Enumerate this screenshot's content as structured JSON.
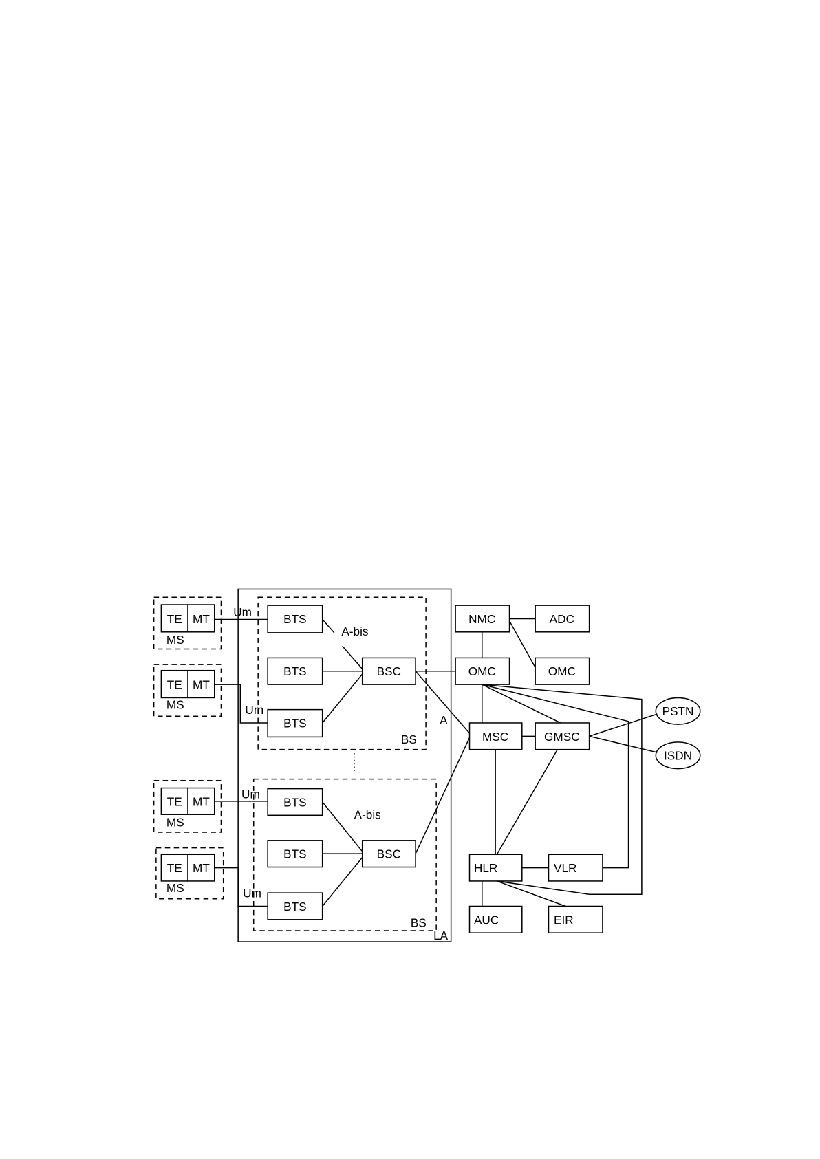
{
  "mobile_stations": [
    {
      "te": "TE",
      "mt": "MT",
      "label": "MS",
      "interface": "Um"
    },
    {
      "te": "TE",
      "mt": "MT",
      "label": "MS",
      "interface": "Um"
    },
    {
      "te": "TE",
      "mt": "MT",
      "label": "MS",
      "interface": "Um"
    },
    {
      "te": "TE",
      "mt": "MT",
      "label": "MS",
      "interface": "Um"
    }
  ],
  "base_station_systems": [
    {
      "bts": [
        "BTS",
        "BTS",
        "BTS"
      ],
      "bsc": "BSC",
      "interface": "A-bis",
      "label": "BS"
    },
    {
      "bts": [
        "BTS",
        "BTS",
        "BTS"
      ],
      "bsc": "BSC",
      "interface": "A-bis",
      "label": "BS"
    }
  ],
  "location_area_label": "LA",
  "a_interface_label": "A",
  "network": {
    "nmc": "NMC",
    "adc": "ADC",
    "omc_main": "OMC",
    "omc_secondary": "OMC",
    "msc": "MSC",
    "gmsc": "GMSC",
    "hlr": "HLR",
    "vlr": "VLR",
    "auc": "AUC",
    "eir": "EIR",
    "pstn": "PSTN",
    "isdn": "ISDN"
  }
}
